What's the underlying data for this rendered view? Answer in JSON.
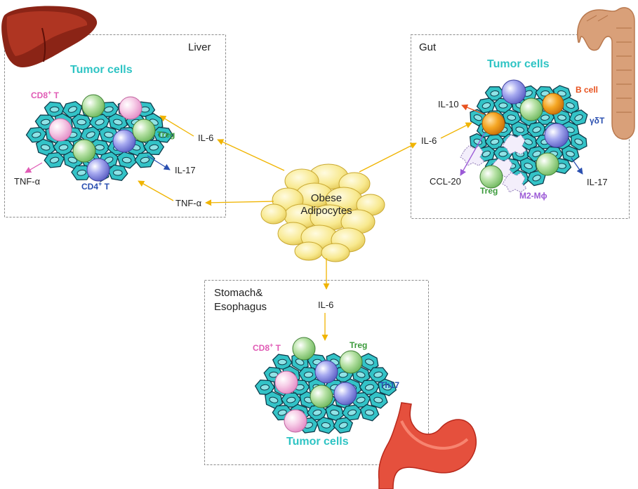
{
  "liver": {
    "region": "Liver",
    "tumor": "Tumor cells",
    "cd8_base": "CD8",
    "cd8_sup": "+",
    "cd8_tail": " T",
    "cd4_base": "CD4",
    "cd4_sup": "+",
    "cd4_tail": " T",
    "treg": "Treg",
    "il17": "IL-17",
    "tnf_out": "TNF-α",
    "il6_in": "IL-6",
    "tnf_in": "TNF-α"
  },
  "gut": {
    "region": "Gut",
    "tumor": "Tumor cells",
    "bcell": "B cell",
    "il10": "IL-10",
    "il6_in": "IL-6",
    "gdt": "γδT",
    "ccl20": "CCL-20",
    "treg": "Treg",
    "m2": "M2-Mϕ",
    "il17": "IL-17"
  },
  "center": {
    "line1": "Obese",
    "line2": "Adipocytes"
  },
  "stomach": {
    "region_line1": "Stomach&",
    "region_line2": "Esophagus",
    "il6_in": "IL-6",
    "cd8_base": "CD8",
    "cd8_sup": "+",
    "cd8_tail": " T",
    "treg": "Treg",
    "th17": "Th17",
    "tumor": "Tumor cells"
  },
  "colors": {
    "tumor_cell_fill": "#33c3c7",
    "tumor_cell_stroke": "#0d3b4a",
    "arrow_yellow": "#f0b400",
    "adipocyte_fill": "#f7e27a",
    "cd8_pink": "#f3b6dc",
    "treg_green": "#9ed48c",
    "cd4_blue": "#8c8fe0",
    "bcell_orange": "#f39a1c",
    "macrophage": "#c9b6e6"
  }
}
